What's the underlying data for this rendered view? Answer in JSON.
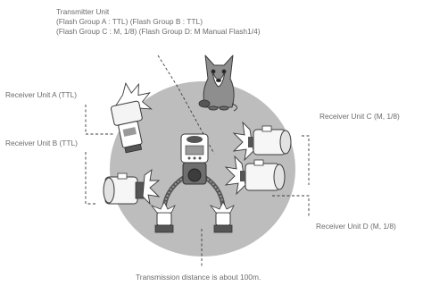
{
  "transmitter": {
    "title": "Transmitter Unit",
    "line1": "(Flash Group A : TTL) (Flash Group B : TTL)",
    "line2": "(Flash Group C : M, 1/8) (Flash Group D: M Manual Flash1/4)"
  },
  "receivers": {
    "a": "Receiver Unit A (TTL)",
    "b": "Receiver Unit B (TTL)",
    "c": "Receiver Unit C (M, 1/8)",
    "d": "Receiver Unit D (M, 1/8)"
  },
  "distance_note": "Transmission distance is about 100m.",
  "colors": {
    "stage": "#bdbdbd",
    "line": "#3a3a3a",
    "text": "#6b6b6b"
  }
}
